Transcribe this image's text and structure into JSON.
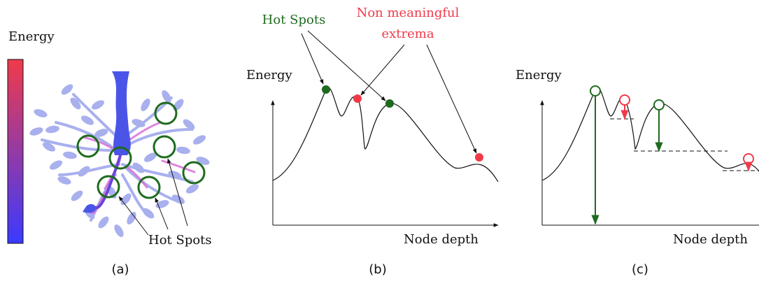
{
  "panel_a": {
    "colorbar_label": "Energy",
    "annotation": "Hot Spots",
    "caption": "(a)",
    "colors": {
      "bar_top": "#f03a4a",
      "bar_bottom": "#3a3aff",
      "tree": "#a9b0ee",
      "trunk": "#4a55e8",
      "hot_circle": "#1e6b1e"
    }
  },
  "panel_b": {
    "y_label": "Energy",
    "x_label": "Node depth",
    "annotation_hot": "Hot Spots",
    "annotation_extrema_line1": "Non meaningful",
    "annotation_extrema_line2": "extrema",
    "caption": "(b)",
    "colors": {
      "hot": "#1e6b1e",
      "extrema": "#f03a4a"
    }
  },
  "panel_c": {
    "y_label": "Energy",
    "x_label": "Node depth",
    "caption": "(c)"
  }
}
